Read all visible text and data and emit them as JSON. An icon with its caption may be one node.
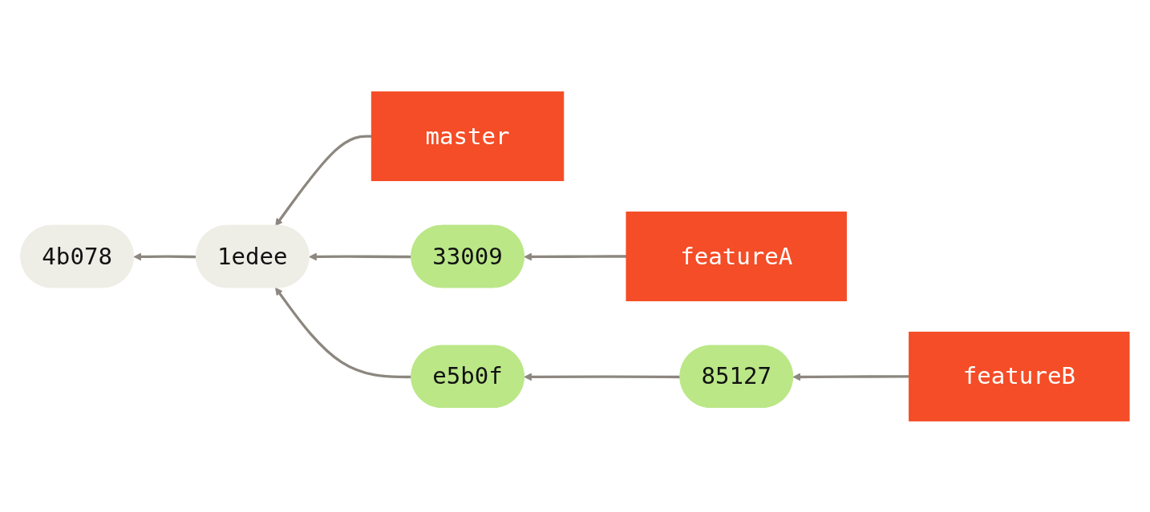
{
  "diagram": {
    "nodes": [
      {
        "text": [
          "master"
        ]
      },
      {
        "text": [
          "featureA"
        ]
      },
      {
        "text": [
          "4b078"
        ]
      },
      {
        "text": [
          "1edee"
        ]
      },
      {
        "text": [
          "33009"
        ]
      },
      {
        "text": [
          "e5b0f"
        ]
      },
      {
        "text": [
          "85127"
        ]
      },
      {
        "text": [
          "featureB"
        ]
      }
    ],
    "edges": [
      {
        "from": 0,
        "to": 3,
        "arrow": "to"
      },
      {
        "from": 1,
        "to": 4,
        "arrow": "to"
      },
      {
        "from": 3,
        "to": 2,
        "arrow": "to"
      },
      {
        "from": 4,
        "to": 3,
        "arrow": "to"
      },
      {
        "from": 5,
        "to": 3,
        "arrow": "to"
      },
      {
        "from": 6,
        "to": 5,
        "arrow": "to"
      },
      {
        "from": 7,
        "to": 6,
        "arrow": "to"
      }
    ]
  }
}
